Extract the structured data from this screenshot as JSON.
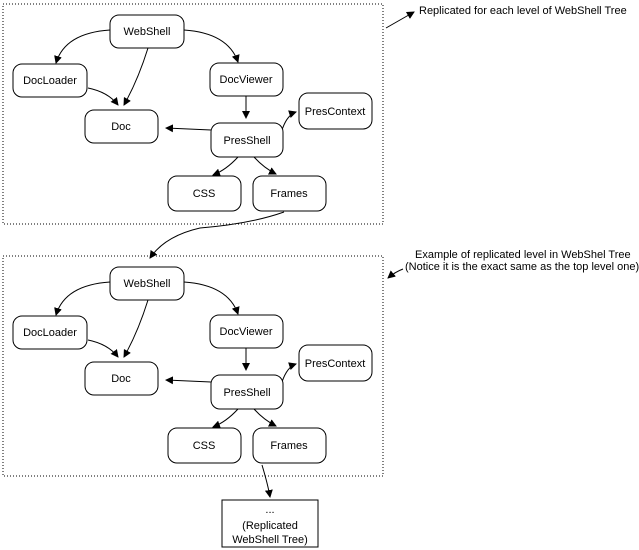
{
  "annotations": {
    "top_note": "Replicated for each level of WebShell Tree",
    "bottom_note_line1": "Example of replicated level in WebShel Tree",
    "bottom_note_line2": "(Notice it is the exact same as the top level one)"
  },
  "levels": [
    {
      "nodes": {
        "webshell": "WebShell",
        "docloader": "DocLoader",
        "docviewer": "DocViewer",
        "doc": "Doc",
        "presshell": "PresShell",
        "prescontext": "PresContext",
        "css": "CSS",
        "frames": "Frames"
      }
    },
    {
      "nodes": {
        "webshell": "WebShell",
        "docloader": "DocLoader",
        "docviewer": "DocViewer",
        "doc": "Doc",
        "presshell": "PresShell",
        "prescontext": "PresContext",
        "css": "CSS",
        "frames": "Frames"
      }
    }
  ],
  "replicated_box": {
    "line1": "...",
    "line2": "(Replicated",
    "line3": "WebShell Tree)"
  }
}
